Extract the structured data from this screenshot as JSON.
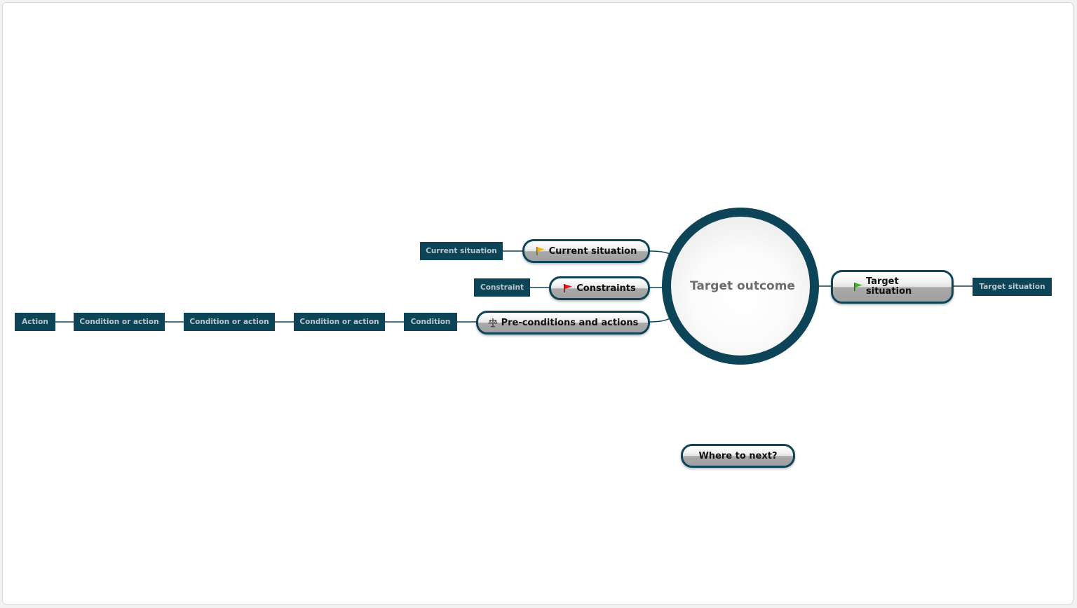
{
  "colors": {
    "node_dark": "#0e4458",
    "node_text": "#b9c7cd",
    "connector": "#0e4458",
    "flag_current": "#f5b800",
    "flag_constraints": "#e0141e",
    "flag_target": "#43b02a"
  },
  "central": {
    "label": "Target outcome"
  },
  "branches": {
    "current": {
      "label": "Current situation",
      "icon": "yellow-flag-icon",
      "child": "Current situation"
    },
    "constraints": {
      "label": "Constraints",
      "icon": "red-flag-icon",
      "child": "Constraint"
    },
    "preconditions": {
      "label": "Pre-conditions and actions",
      "icon": "scales-icon",
      "chain": [
        "Condition",
        "Condition or action",
        "Condition or action",
        "Condition or action",
        "Action"
      ]
    },
    "target": {
      "label": "Target situation",
      "icon": "green-flag-icon",
      "child": "Target situation"
    }
  },
  "floating": {
    "label": "Where to next?"
  }
}
